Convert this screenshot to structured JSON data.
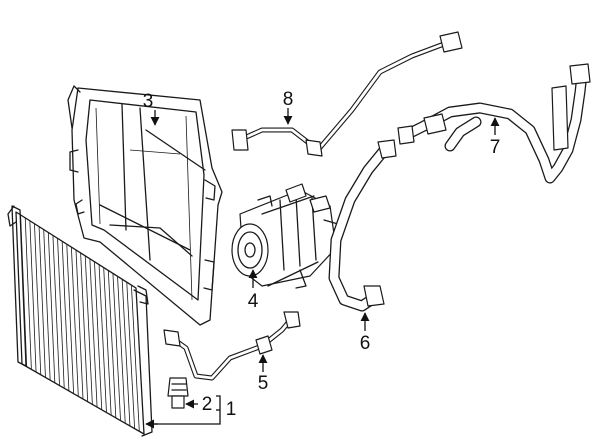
{
  "callouts": [
    {
      "id": "1",
      "text": "1"
    },
    {
      "id": "2",
      "text": "2"
    },
    {
      "id": "3",
      "text": "3"
    },
    {
      "id": "4",
      "text": "4"
    },
    {
      "id": "5",
      "text": "5"
    },
    {
      "id": "6",
      "text": "6"
    },
    {
      "id": "7",
      "text": "7"
    },
    {
      "id": "8",
      "text": "8"
    }
  ],
  "parts": [
    "condenser",
    "pressure-switch",
    "radiator-shroud-frame",
    "ac-compressor",
    "condenser-to-evaporator-line",
    "suction-hose",
    "discharge-hose-assembly",
    "liquid-line"
  ],
  "colors": {
    "line": "#1a1a1a",
    "background": "#ffffff"
  }
}
